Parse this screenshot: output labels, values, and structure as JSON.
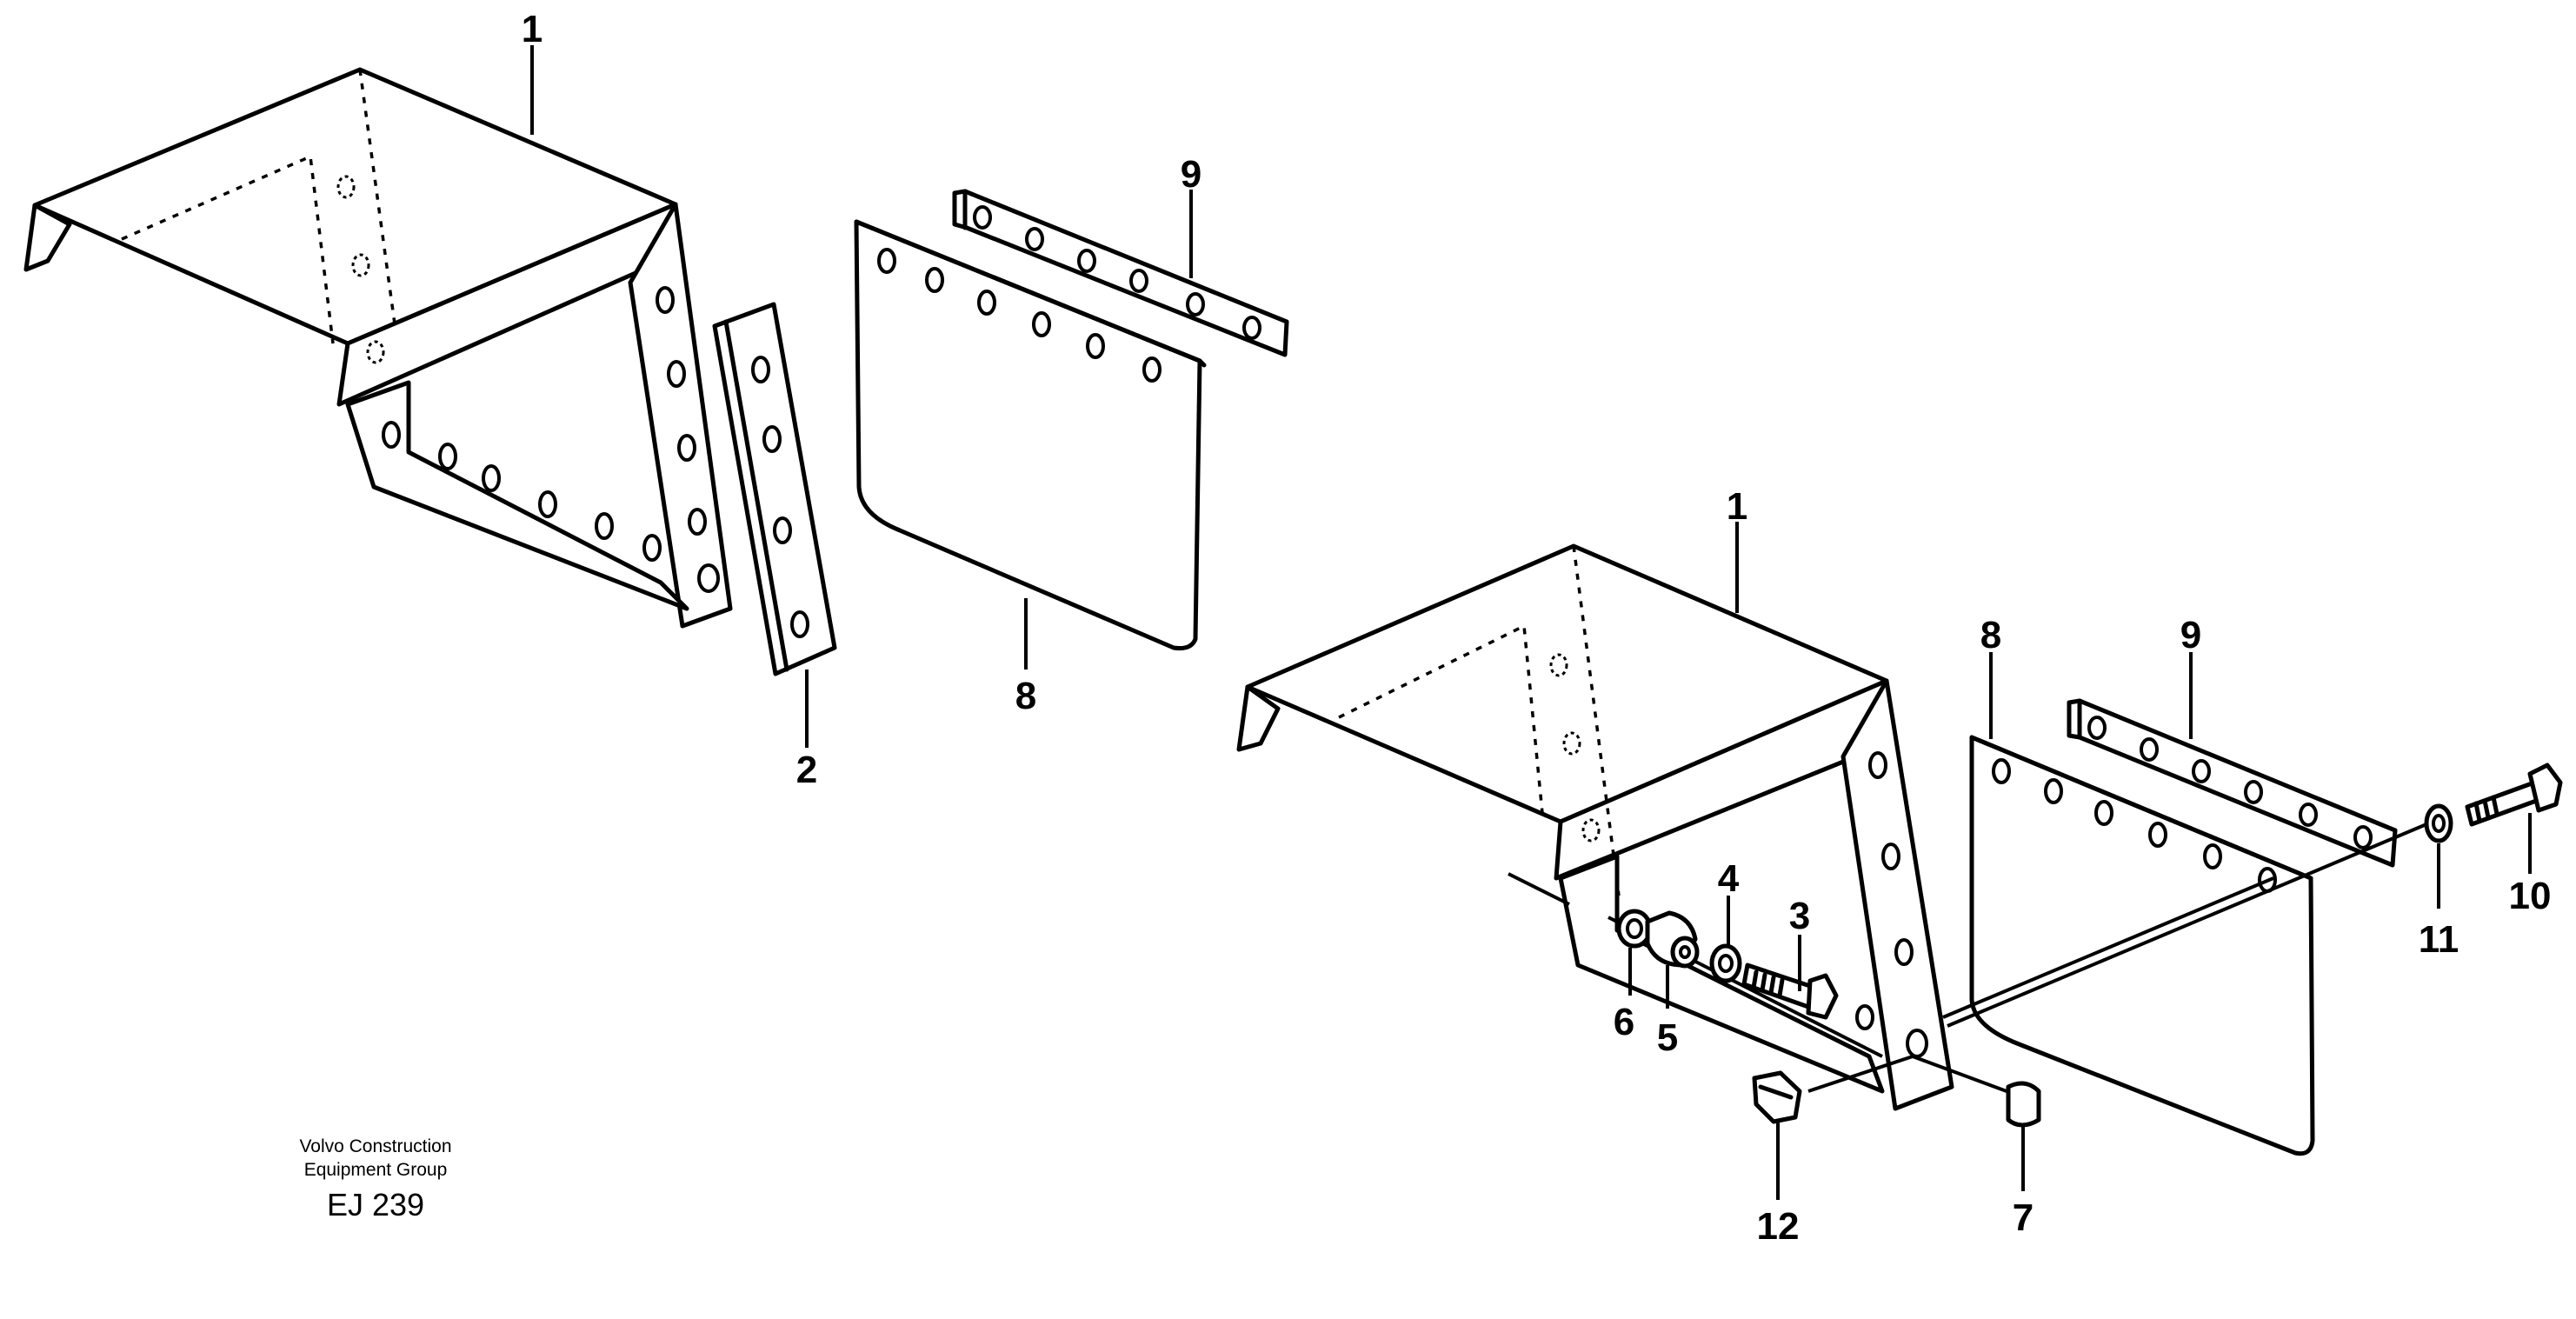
{
  "callouts": {
    "c1a": "1",
    "c2": "2",
    "c9a": "9",
    "c8a": "8",
    "c1b": "1",
    "c8b": "8",
    "c9b": "9",
    "c3": "3",
    "c4": "4",
    "c5": "5",
    "c6": "6",
    "c7": "7",
    "c10": "10",
    "c11": "11",
    "c12": "12"
  },
  "footer": {
    "company_line1": "Volvo Construction",
    "company_line2": "Equipment Group",
    "drawing_code": "EJ 239"
  }
}
